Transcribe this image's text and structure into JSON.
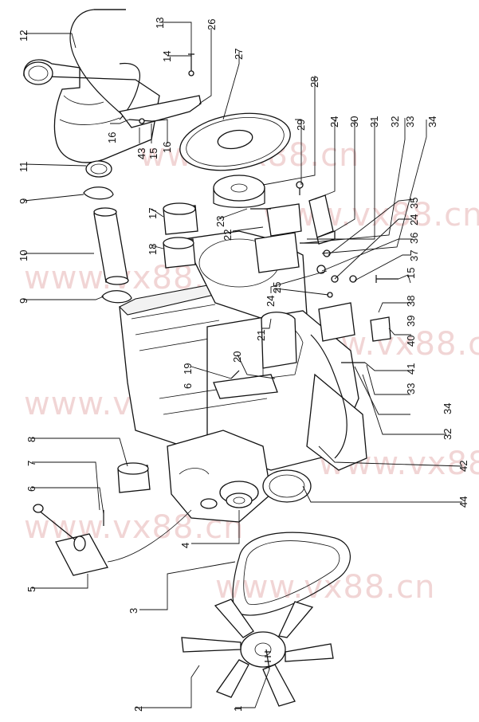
{
  "watermark": "www.vx88.cn",
  "callouts": [
    "1",
    "2",
    "3",
    "4",
    "5",
    "6",
    "7",
    "8",
    "9",
    "10",
    "11",
    "12",
    "13",
    "14",
    "15",
    "16",
    "17",
    "18",
    "19",
    "20",
    "21",
    "22",
    "23",
    "24",
    "25",
    "26",
    "27",
    "28",
    "29",
    "30",
    "31",
    "32",
    "33",
    "34",
    "35",
    "36",
    "37",
    "38",
    "39",
    "40",
    "41",
    "42",
    "43",
    "44"
  ],
  "colors": {
    "line": "#111111",
    "watermark": "#e6b4b4",
    "background": "#ffffff"
  }
}
